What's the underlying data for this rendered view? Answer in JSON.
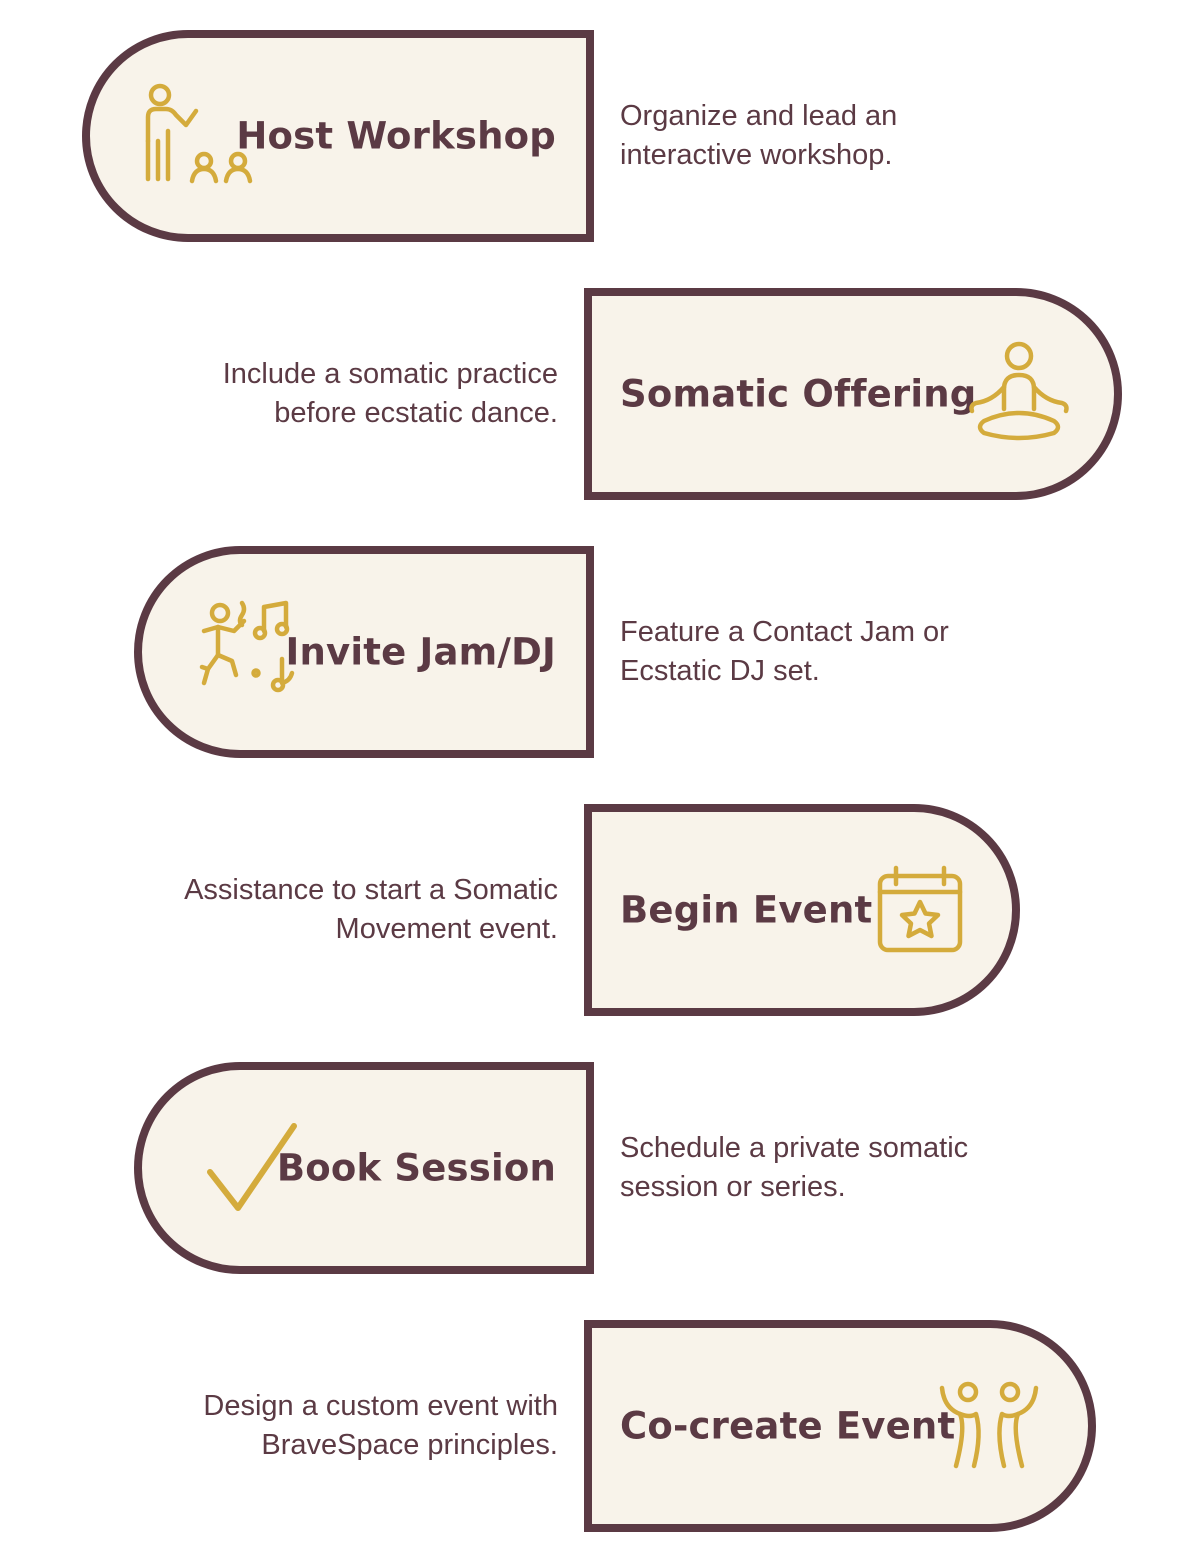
{
  "colors": {
    "outline": "#5b3a44",
    "fill": "#f8f3ea",
    "icon_gold": "#d4ab3c",
    "text": "#5b3a44"
  },
  "steps": [
    {
      "title": "Host Workshop",
      "icon": "teacher-with-students-icon",
      "description_lines": [
        "Organize and lead an",
        "interactive workshop."
      ]
    },
    {
      "title": "Somatic Offering",
      "icon": "meditation-person-icon",
      "description_lines": [
        "Include a somatic practice",
        "before ecstatic dance."
      ]
    },
    {
      "title": "Invite Jam/DJ",
      "icon": "dancer-music-notes-icon",
      "description_lines": [
        "Feature a Contact Jam or",
        "Ecstatic DJ set."
      ]
    },
    {
      "title": "Begin Event",
      "icon": "calendar-star-icon",
      "description_lines": [
        "Assistance to start a Somatic",
        "Movement event."
      ]
    },
    {
      "title": "Book Session",
      "icon": "checkmark-icon",
      "description_lines": [
        "Schedule a private somatic",
        "session or series."
      ]
    },
    {
      "title": "Co-create Event",
      "icon": "two-people-celebrating-icon",
      "description_lines": [
        "Design a custom event with",
        "BraveSpace principles."
      ]
    }
  ]
}
